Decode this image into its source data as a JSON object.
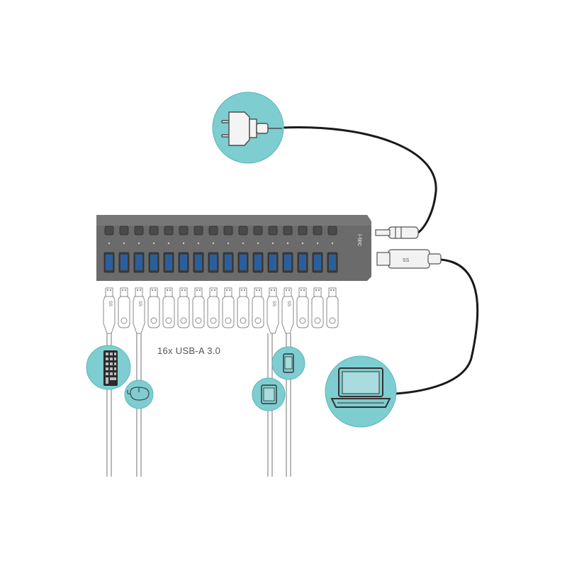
{
  "label": {
    "ports": "16x USB-A 3.0"
  },
  "hub": {
    "brand": "i-tec",
    "port_count": 16,
    "switch_count": 16
  },
  "usb_logo": "SS",
  "colors": {
    "circle": "#7ecdd0",
    "circle_stroke": "#5fb6b9",
    "hub_body": "#6b6b6b",
    "port_blue": "#2a5f9e",
    "cable": "#1a1a1a",
    "drive_outline": "#8a8a8a"
  },
  "icons": {
    "power": "power-plug-icon",
    "laptop": "laptop-icon",
    "keyboard": "keyboard-icon",
    "mouse": "mouse-icon",
    "tablet": "tablet-icon",
    "phone": "phone-icon"
  }
}
